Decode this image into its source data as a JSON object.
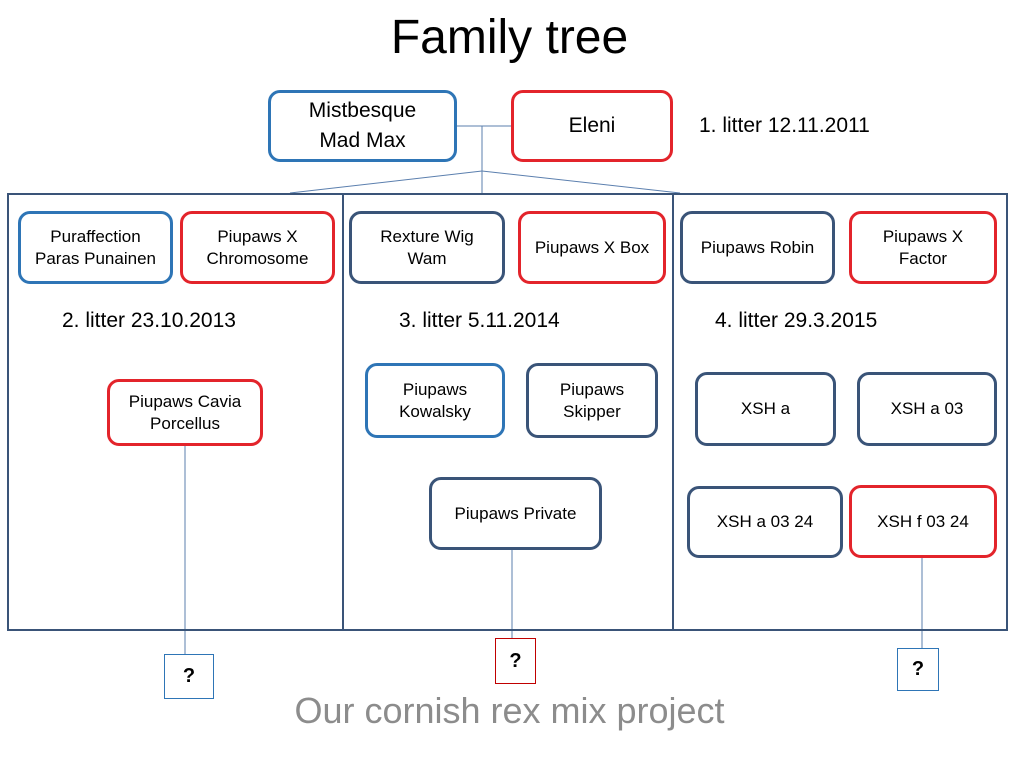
{
  "title": "Family tree",
  "subtitle": "Our cornish rex mix project",
  "parents": {
    "sire": "Mistbesque\nMad Max",
    "dam": "Eleni",
    "litter1": "1. litter 12.11.2011"
  },
  "litter2": {
    "label": "2. litter 23.10.2013",
    "parent_a": "Puraffection\nParas Punainen",
    "parent_b": "Piupaws X\nChromosome",
    "child": "Piupaws  Cavia\nPorcellus",
    "unknown": "?"
  },
  "litter3": {
    "label": "3. litter 5.11.2014",
    "parent_a": "Rexture Wig\nWam",
    "parent_b": "Piupaws X Box",
    "child_a": "Piupaws\nKowalsky",
    "child_b": "Piupaws\nSkipper",
    "child_c": "Piupaws Private",
    "unknown": "?"
  },
  "litter4": {
    "label": "4. litter 29.3.2015",
    "parent_a": "Piupaws Robin",
    "parent_b": "Piupaws X\nFactor",
    "child_a": "XSH a",
    "child_b": "XSH a 03",
    "child_c": "XSH a 03 24",
    "child_d": "XSH f 03 24",
    "unknown": "?"
  },
  "colors": {
    "male_border": "#2e75b6",
    "female_border": "#e3242b",
    "neutral_border": "#3a5478",
    "subtitle": "#8c8c8c"
  }
}
